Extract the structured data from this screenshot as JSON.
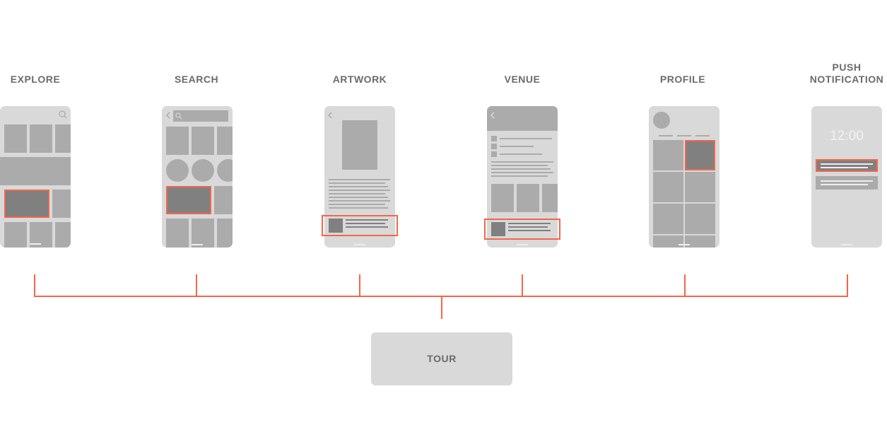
{
  "screens": [
    {
      "label": "EXPLORE"
    },
    {
      "label": "SEARCH"
    },
    {
      "label": "ARTWORK"
    },
    {
      "label": "VENUE"
    },
    {
      "label": "PROFILE"
    },
    {
      "label_line1": "PUSH",
      "label_line2": "NOTIFICATION",
      "clock": "12:00"
    }
  ],
  "tour": {
    "label": "TOUR"
  },
  "colors": {
    "highlight": "#f4664a",
    "phone": "#d9d9d9",
    "tile": "#ababab",
    "selected": "#808080",
    "label": "#6b6b6b"
  }
}
